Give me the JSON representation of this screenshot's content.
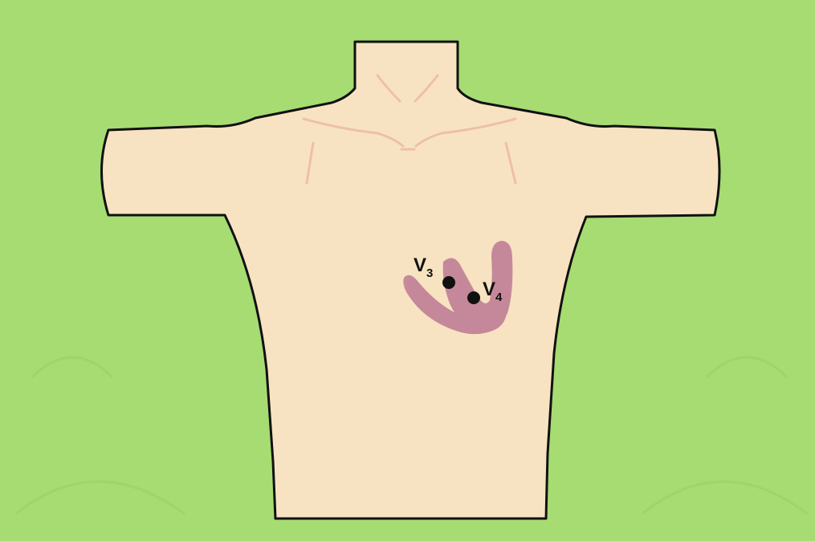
{
  "figure": {
    "subject": "chest-lead-placement",
    "colors": {
      "background": "#a6dc72",
      "skin": "#f7e3c1",
      "outline": "#111111",
      "heart": "#c07f96",
      "clavicle_marks": "#ecb9a6",
      "electrode": "#111111"
    }
  },
  "leads": [
    {
      "letter": "V",
      "number": "3"
    },
    {
      "letter": "V",
      "number": "4"
    }
  ]
}
